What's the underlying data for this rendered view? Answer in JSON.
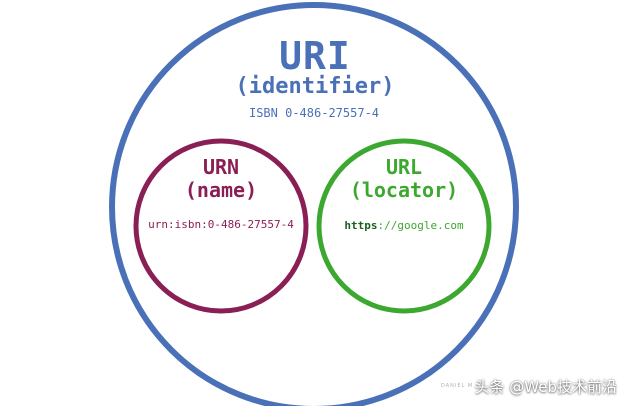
{
  "uri": {
    "title": "URI",
    "subtitle": "(identifier)",
    "example": "ISBN 0-486-27557-4",
    "color": "#4a71b8"
  },
  "urn": {
    "title": "URN",
    "subtitle": "(name)",
    "example": "urn:isbn:0-486-27557-4",
    "color": "#8a1f55"
  },
  "url": {
    "title": "URL",
    "subtitle": "(locator)",
    "example_scheme": "https",
    "example_rest": "://google.com",
    "color": "#3da82f"
  },
  "credit": "DANIEL M",
  "watermark": "头条 @Web技术前沿"
}
